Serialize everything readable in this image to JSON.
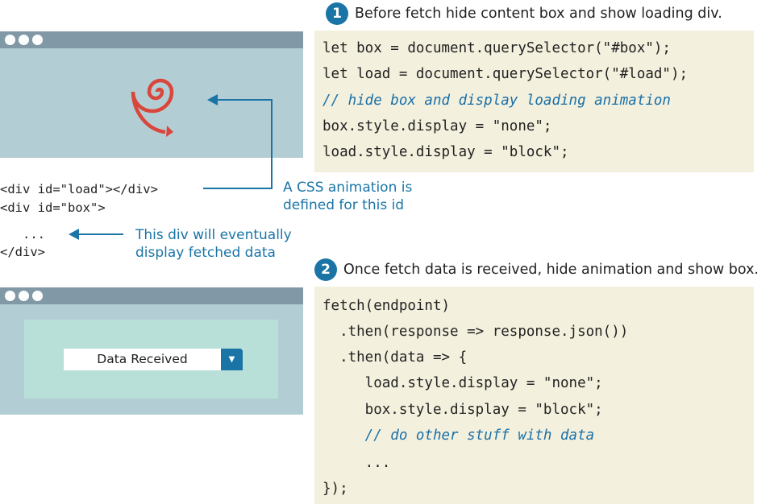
{
  "step1": {
    "number": "1",
    "title": "Before fetch hide content box and show loading div.",
    "code": [
      "let box = document.querySelector(\"#box\");",
      "let load = document.querySelector(\"#load\");",
      "// hide box and display loading animation",
      "box.style.display = \"none\";",
      "load.style.display = \"block\";"
    ]
  },
  "step2": {
    "number": "2",
    "title": "Once fetch data is received, hide animation and show box.",
    "code": [
      "fetch(endpoint)",
      "  .then(response => response.json())",
      "  .then(data => {",
      "     load.style.display = \"none\";",
      "     box.style.display = \"block\";",
      "     // do other stuff with data",
      "     ...",
      "});"
    ]
  },
  "html_code": [
    "<div id=\"load\"></div>",
    "<div id=\"box\">",
    "   ...",
    "</div>"
  ],
  "annotations": {
    "css": [
      "A CSS animation is",
      "defined for this id"
    ],
    "box": [
      "This div will eventually",
      "display fetched data"
    ]
  },
  "select": {
    "value": "Data Received"
  },
  "colors": {
    "accent": "#1a75a6",
    "spinner": "#d9463b",
    "titlebar": "#8199a6",
    "window": "#b3cdd4",
    "panel": "#b8e0d8",
    "code_bg": "#f3f0dd"
  }
}
